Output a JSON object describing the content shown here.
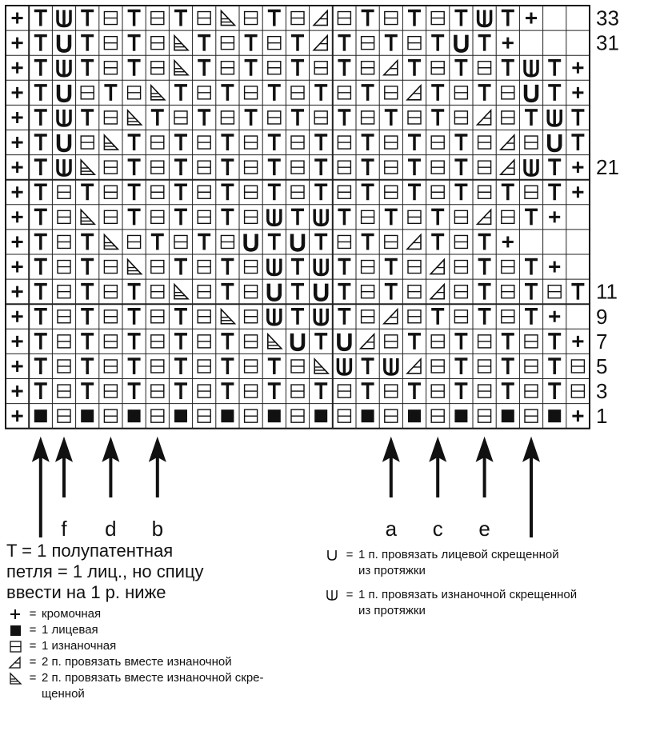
{
  "chart": {
    "rows_top_to_bottom": [
      "+TWT-T-T-L-T-R-T-T-TWT+",
      "+TUT-T-LT-T-TRT-T-TUT+",
      "+TWT-T-LT-T-T-T-RT-T-TWT+",
      "+TU-T-LT-T-T-T-T-RT-T-UT+",
      "+TWT-LT-T-T-T-T-T-T-R-TWT+",
      "+TU-LT-T-T-T-T-T-T-T-R-UT+",
      "+TWL-T-T-T-T-T-T-T-T-RWT+",
      "+T-T-T-T-T-T-T-T-T-T-T-T+",
      "+T-L-T-T-T-WTWT-T-T-R-T+",
      "+T-TL-T-T-UTUT-T-RT-T+",
      "+T-T-L-T-T-WTWT-T-R-T-T+",
      "+T-T-T-L-T-UTUT-T-R-T-T-T+",
      "+T-T-T-T-L-WTWT-R-T-T-T+",
      "+T-T-T-T-T-LUTUR-T-T-T-T+",
      "+T-T-T-T-T-T-LWTWR-T-T-T-T-T+",
      "+T-T-T-T-T-T-T-T-T-T-T-T-T-T+",
      "+K-K-K-K-K-K-K-K-K-K-K-K+"
    ],
    "row_labels": [
      {
        "row": 0,
        "text": "33"
      },
      {
        "row": 1,
        "text": "31"
      },
      {
        "row": 6,
        "text": "21"
      },
      {
        "row": 11,
        "text": "11"
      },
      {
        "row": 12,
        "text": "9"
      },
      {
        "row": 13,
        "text": "7"
      },
      {
        "row": 14,
        "text": "5"
      },
      {
        "row": 15,
        "text": "3"
      },
      {
        "row": 16,
        "text": "1"
      }
    ],
    "arrows": [
      {
        "col": 2,
        "label": "",
        "tall": true
      },
      {
        "col": 3,
        "label": "f",
        "tall": false
      },
      {
        "col": 5,
        "label": "d",
        "tall": false
      },
      {
        "col": 7,
        "label": "b",
        "tall": false
      },
      {
        "col": 17,
        "label": "a",
        "tall": false
      },
      {
        "col": 19,
        "label": "c",
        "tall": false
      },
      {
        "col": 21,
        "label": "e",
        "tall": false
      },
      {
        "col": 23,
        "label": "",
        "tall": true
      }
    ]
  },
  "legend": {
    "main": [
      "T = 1 полупатентная",
      "петля = 1 лиц., но спицу",
      "ввести на 1 р. ниже"
    ],
    "items": [
      {
        "symbol": "+",
        "text": "кромочная"
      },
      {
        "symbol": "knit",
        "text": "1 лицевая"
      },
      {
        "symbol": "purl",
        "text": "1 изнаночная"
      },
      {
        "symbol": "dec-right",
        "text": "2 п. провязать вместе изнаночной"
      },
      {
        "symbol": "dec-left",
        "text": "2 п. провязать вместе изнаночной скре-"
      },
      {
        "symbol": "",
        "text": "щенной"
      }
    ],
    "right_items": [
      {
        "symbol": "U",
        "line1": "1 п. провязать лицевой скрещенной",
        "line2": "из протяжки"
      },
      {
        "symbol": "W",
        "line1": "1 п. провязать изнаночной скрещенной",
        "line2": "из протяжки"
      }
    ],
    "eq": "="
  }
}
